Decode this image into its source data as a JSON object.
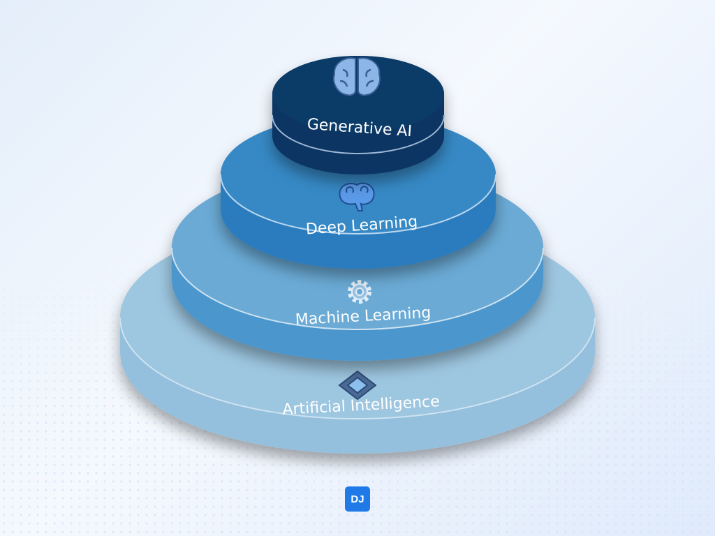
{
  "layers": [
    {
      "label": "Artificial Intelligence",
      "icon": "chip-icon",
      "top_color": "#9dc6e0",
      "side_color": "#94c0dd"
    },
    {
      "label": "Machine Learning",
      "icon": "gear-icon",
      "top_color": "#6aaad5",
      "side_color": "#4c97cd"
    },
    {
      "label": "Deep Learning",
      "icon": "brain-side-icon",
      "top_color": "#3689c5",
      "side_color": "#2a7bbf"
    },
    {
      "label": "Generative AI",
      "icon": "brain-icon",
      "top_color": "#0b3b67",
      "side_color": "#073463"
    }
  ],
  "logo": {
    "text": "DJ",
    "color": "#1f7ae8"
  }
}
